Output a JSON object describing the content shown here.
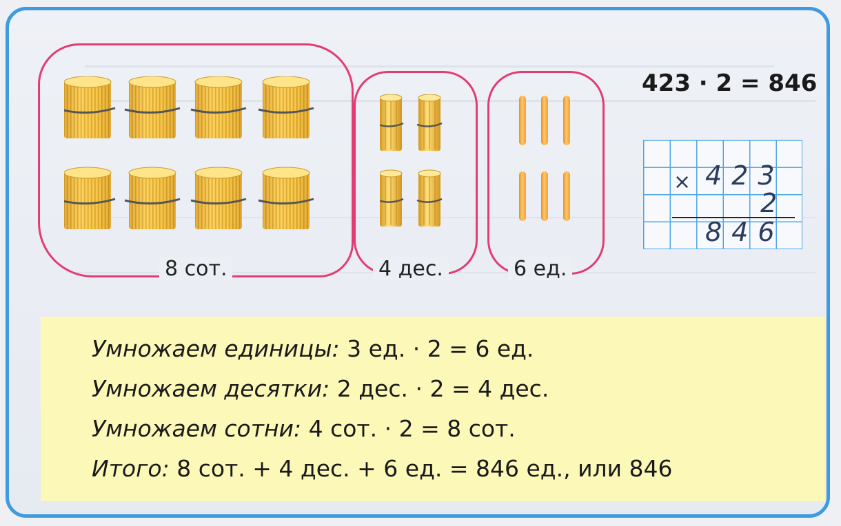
{
  "illustration": {
    "hundreds_label": "8 сот.",
    "tens_label": "4 дес.",
    "ones_label": "6 ед."
  },
  "equation": "423 · 2 = 846",
  "column_calc": {
    "sign": "×",
    "multiplicand": "423",
    "multiplier": "2",
    "product": "846"
  },
  "steps": [
    {
      "lead": "Умножаем единицы:",
      "text": "3 ед. · 2 = 6 ед."
    },
    {
      "lead": "Умножаем десятки:",
      "text": "2 дес. · 2 = 4 дес."
    },
    {
      "lead": "Умножаем сотни:",
      "text": "4 сот. · 2 = 8 сот."
    },
    {
      "lead": "Итого:",
      "text": "8 сот. + 4 дес. + 6 ед. = 846 ед., или 846"
    }
  ],
  "colors": {
    "frame": "#3f9ae0",
    "outline": "#e23c72",
    "highlight": "#fbf8b8",
    "grid": "#4fa6e8"
  }
}
